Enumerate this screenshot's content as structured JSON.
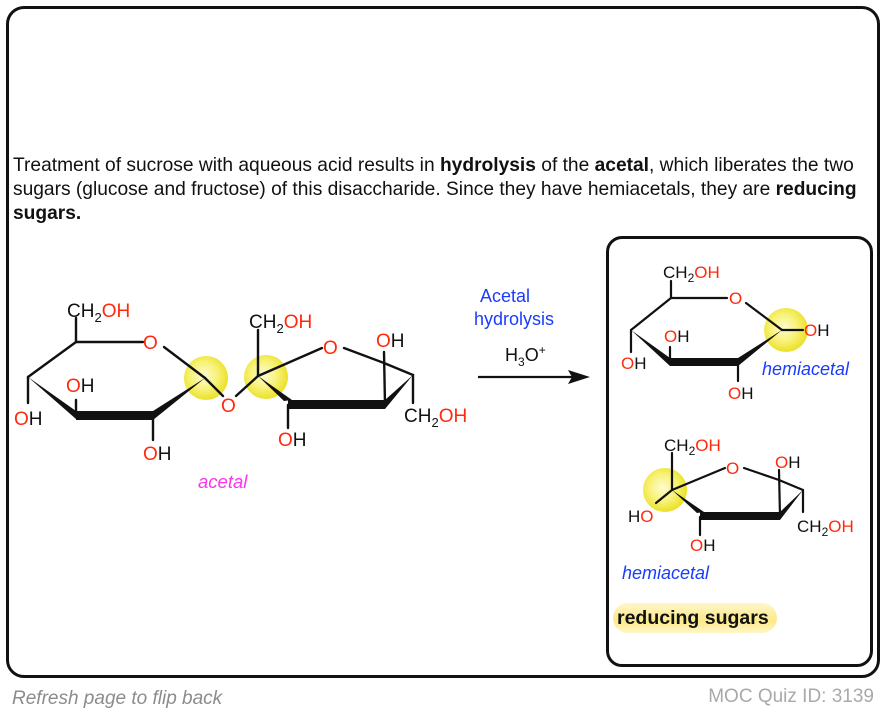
{
  "intro": {
    "segments": [
      {
        "text": "Treatment of sucrose with aqueous acid results in ",
        "bold": false
      },
      {
        "text": "hydrolysis",
        "bold": true
      },
      {
        "text": " of the ",
        "bold": false
      },
      {
        "text": "acetal",
        "bold": true
      },
      {
        "text": ", which liberates the two sugars (glucose and fructose) of this disaccharide. Since they have hemiacetals, they are ",
        "bold": false
      },
      {
        "text": "reducing sugars.",
        "bold": true
      }
    ]
  },
  "reaction": {
    "reagent_label_line1": "Acetal",
    "reagent_label_line2": "hydrolysis",
    "reagent_formula": {
      "H": "H",
      "sub3": "3",
      "O": "O",
      "sup": "+"
    }
  },
  "labels": {
    "ch2oh": {
      "ch": "CH",
      "sub": "2",
      "oh": "OH"
    },
    "oh": {
      "o": "O",
      "h": "H"
    },
    "ho": {
      "h": "H",
      "o": "O"
    },
    "ring_o": "O",
    "acetal": "acetal",
    "hemiacetal": "hemiacetal"
  },
  "products": {
    "reducing_sugars": "reducing sugars"
  },
  "footer": {
    "refresh": "Refresh page to flip back",
    "quiz_id": "MOC Quiz ID: 3139"
  },
  "colors": {
    "oxygen": "#ff2a0d",
    "annotation_blue": "#1a3cff",
    "acetal_magenta": "#ff33ee",
    "highlight_yellow": "#f5ef4a",
    "bond": "#111111"
  }
}
